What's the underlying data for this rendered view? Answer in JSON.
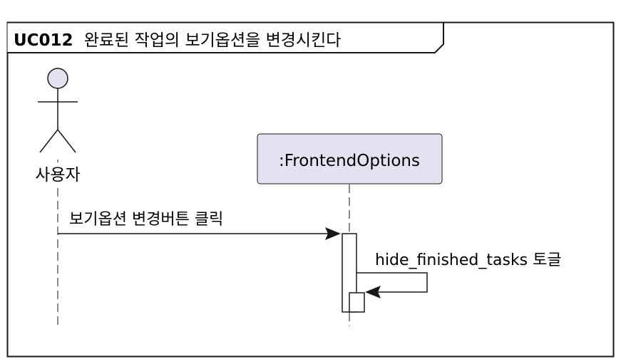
{
  "frame": {
    "id_label": "UC012",
    "title": "완료된 작업의 보기옵션을 변경시킨다"
  },
  "actor": {
    "name": "사용자"
  },
  "participant": {
    "name": ":FrontendOptions"
  },
  "messages": [
    {
      "label": "보기옵션 변경버튼 클릭"
    },
    {
      "label": "hide_finished_tasks 토글"
    }
  ],
  "colors": {
    "participant_fill": "#e2e2f0",
    "actor_head_fill": "#e2e2f0",
    "stroke": "#181818",
    "background": "#ffffff"
  }
}
